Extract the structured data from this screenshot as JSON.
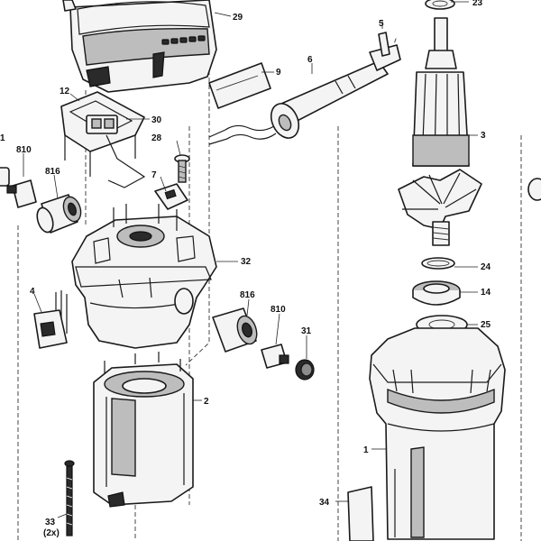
{
  "labels": {
    "l_23": "23",
    "l_29": "29",
    "l_5": "5",
    "l_9": "9",
    "l_6": "6",
    "l_12": "12",
    "l_30": "30",
    "l_3": "3",
    "l_1a": "1",
    "l_810a": "810",
    "l_28": "28",
    "l_816a": "816",
    "l_7": "7",
    "l_32": "32",
    "l_24": "24",
    "l_4": "4",
    "l_14": "14",
    "l_816b": "816",
    "l_810b": "810",
    "l_25": "25",
    "l_31": "31",
    "l_2": "2",
    "l_1b": "1",
    "l_34": "34",
    "l_33": "33",
    "l_2x": "(2x)"
  }
}
